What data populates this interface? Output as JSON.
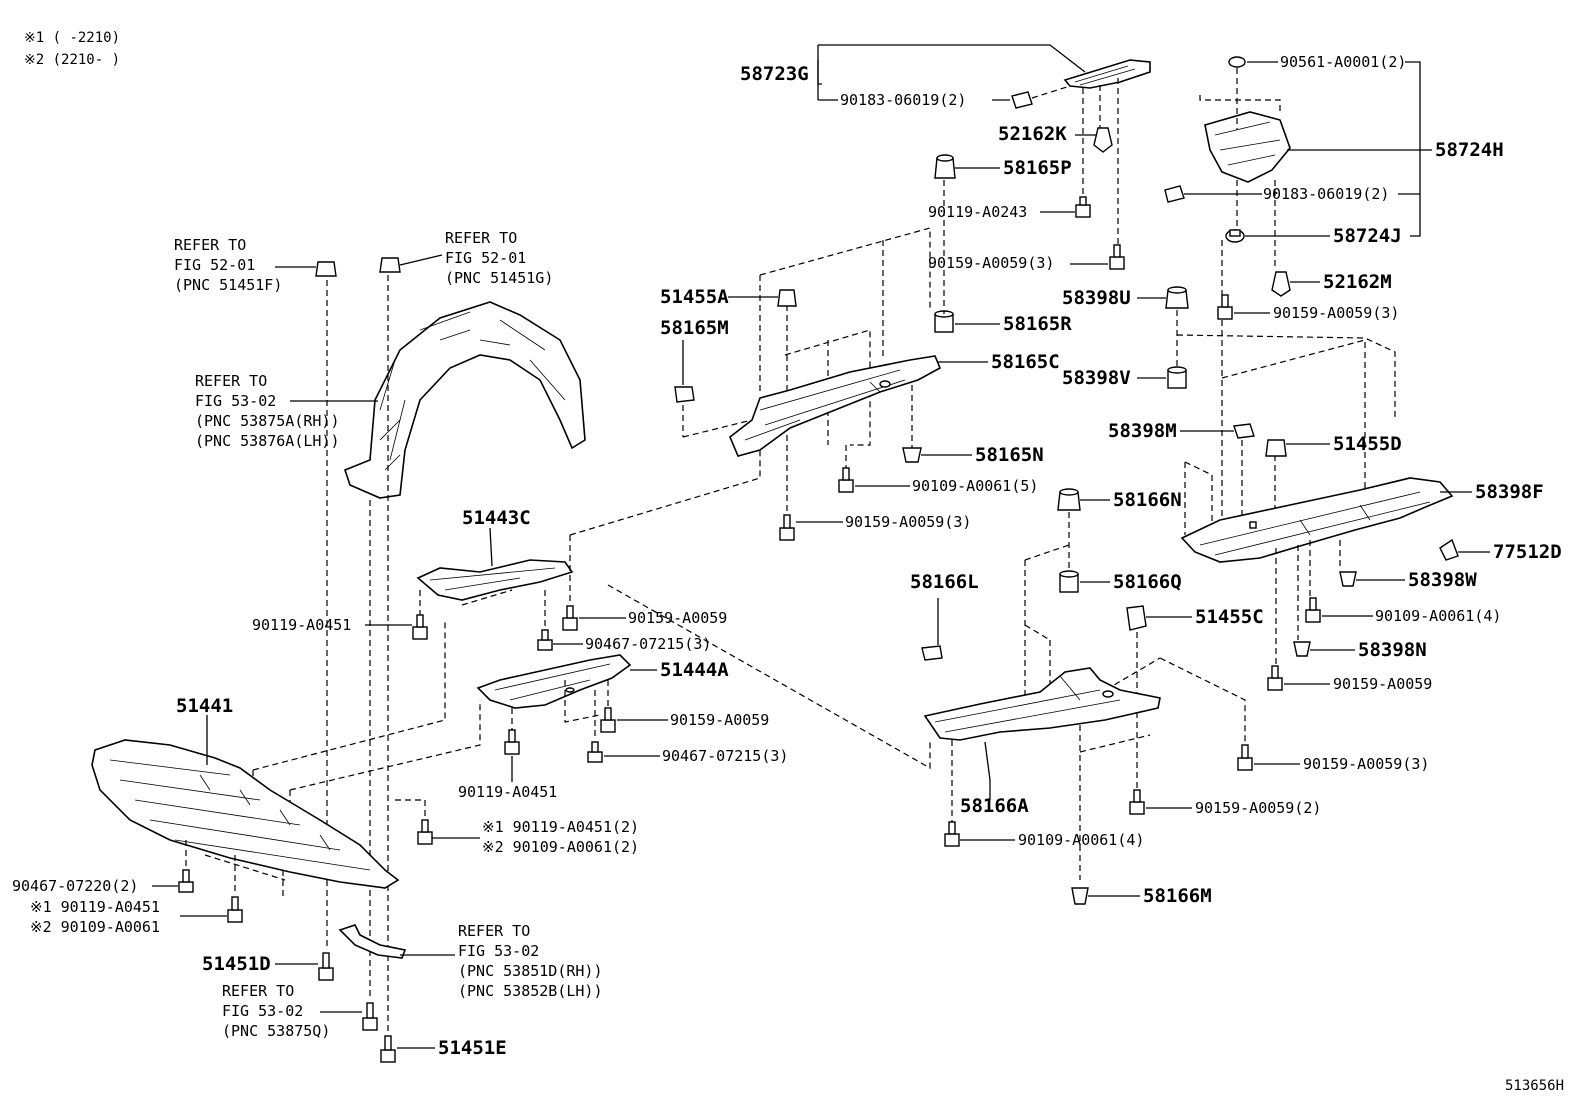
{
  "notes": {
    "note1": "※1 (      -2210)",
    "note2": "※2 (2210-      )"
  },
  "drawing_number": "513656H",
  "labels": {
    "l_58723G": "58723G",
    "l_90183_a": "90183-06019(2)",
    "l_52162K": "52162K",
    "l_58165P": "58165P",
    "l_90119_A0243": "90119-A0243",
    "l_90159_3a": "90159-A0059(3)",
    "l_90561": "90561-A0001(2)",
    "l_58724H": "58724H",
    "l_90183_b": "90183-06019(2)",
    "l_58724J": "58724J",
    "l_52162M": "52162M",
    "l_90159_3b": "90159-A0059(3)",
    "l_58398U": "58398U",
    "l_58165R": "58165R",
    "l_51455A": "51455A",
    "l_58165M": "58165M",
    "l_58165C": "58165C",
    "l_58398V": "58398V",
    "l_58398M": "58398M",
    "l_51455D": "51455D",
    "l_58165N": "58165N",
    "l_90109_5": "90109-A0061(5)",
    "l_90159_3c": "90159-A0059(3)",
    "l_58166N": "58166N",
    "l_58398F": "58398F",
    "l_77512D": "77512D",
    "l_58398W": "58398W",
    "l_58166L": "58166L",
    "l_58166Q": "58166Q",
    "l_51455C": "51455C",
    "l_90109_4a": "90109-A0061(4)",
    "l_58398N": "58398N",
    "l_90159_d": "90159-A0059",
    "l_90159_3e": "90159-A0059(3)",
    "l_58166A": "58166A",
    "l_90159_2": "90159-A0059(2)",
    "l_90109_4b": "90109-A0061(4)",
    "l_58166M": "58166M",
    "l_51443C": "51443C",
    "l_90119_a": "90119-A0451",
    "l_90159_e": "90159-A0059",
    "l_90467_3a": "90467-07215(3)",
    "l_51444A": "51444A",
    "l_90159_f": "90159-A0059",
    "l_90467_3b": "90467-07215(3)",
    "l_90119_b": "90119-A0451",
    "l_51441": "51441",
    "l_x1_90119_2": "※1 90119-A0451(2)",
    "l_x2_90109_2": "※2 90109-A0061(2)",
    "l_90467_2": "90467-07220(2)",
    "l_x1_90119": "※1 90119-A0451",
    "l_x2_90109": "※2 90109-A0061",
    "l_51451D": "51451D",
    "l_51451E": "51451E"
  },
  "refs": {
    "ref1": [
      "REFER TO",
      "FIG 52-01",
      "(PNC 51451F)"
    ],
    "ref2": [
      "REFER TO",
      "FIG 52-01",
      "(PNC 51451G)"
    ],
    "ref3": [
      "REFER TO",
      "FIG 53-02",
      "(PNC 53875A(RH))",
      "(PNC 53876A(LH))"
    ],
    "ref4": [
      "REFER TO",
      "FIG 53-02",
      "(PNC 53851D(RH))",
      "(PNC 53852B(LH))"
    ],
    "ref5": [
      "REFER TO",
      "FIG 53-02",
      "(PNC 53875Q)"
    ]
  }
}
